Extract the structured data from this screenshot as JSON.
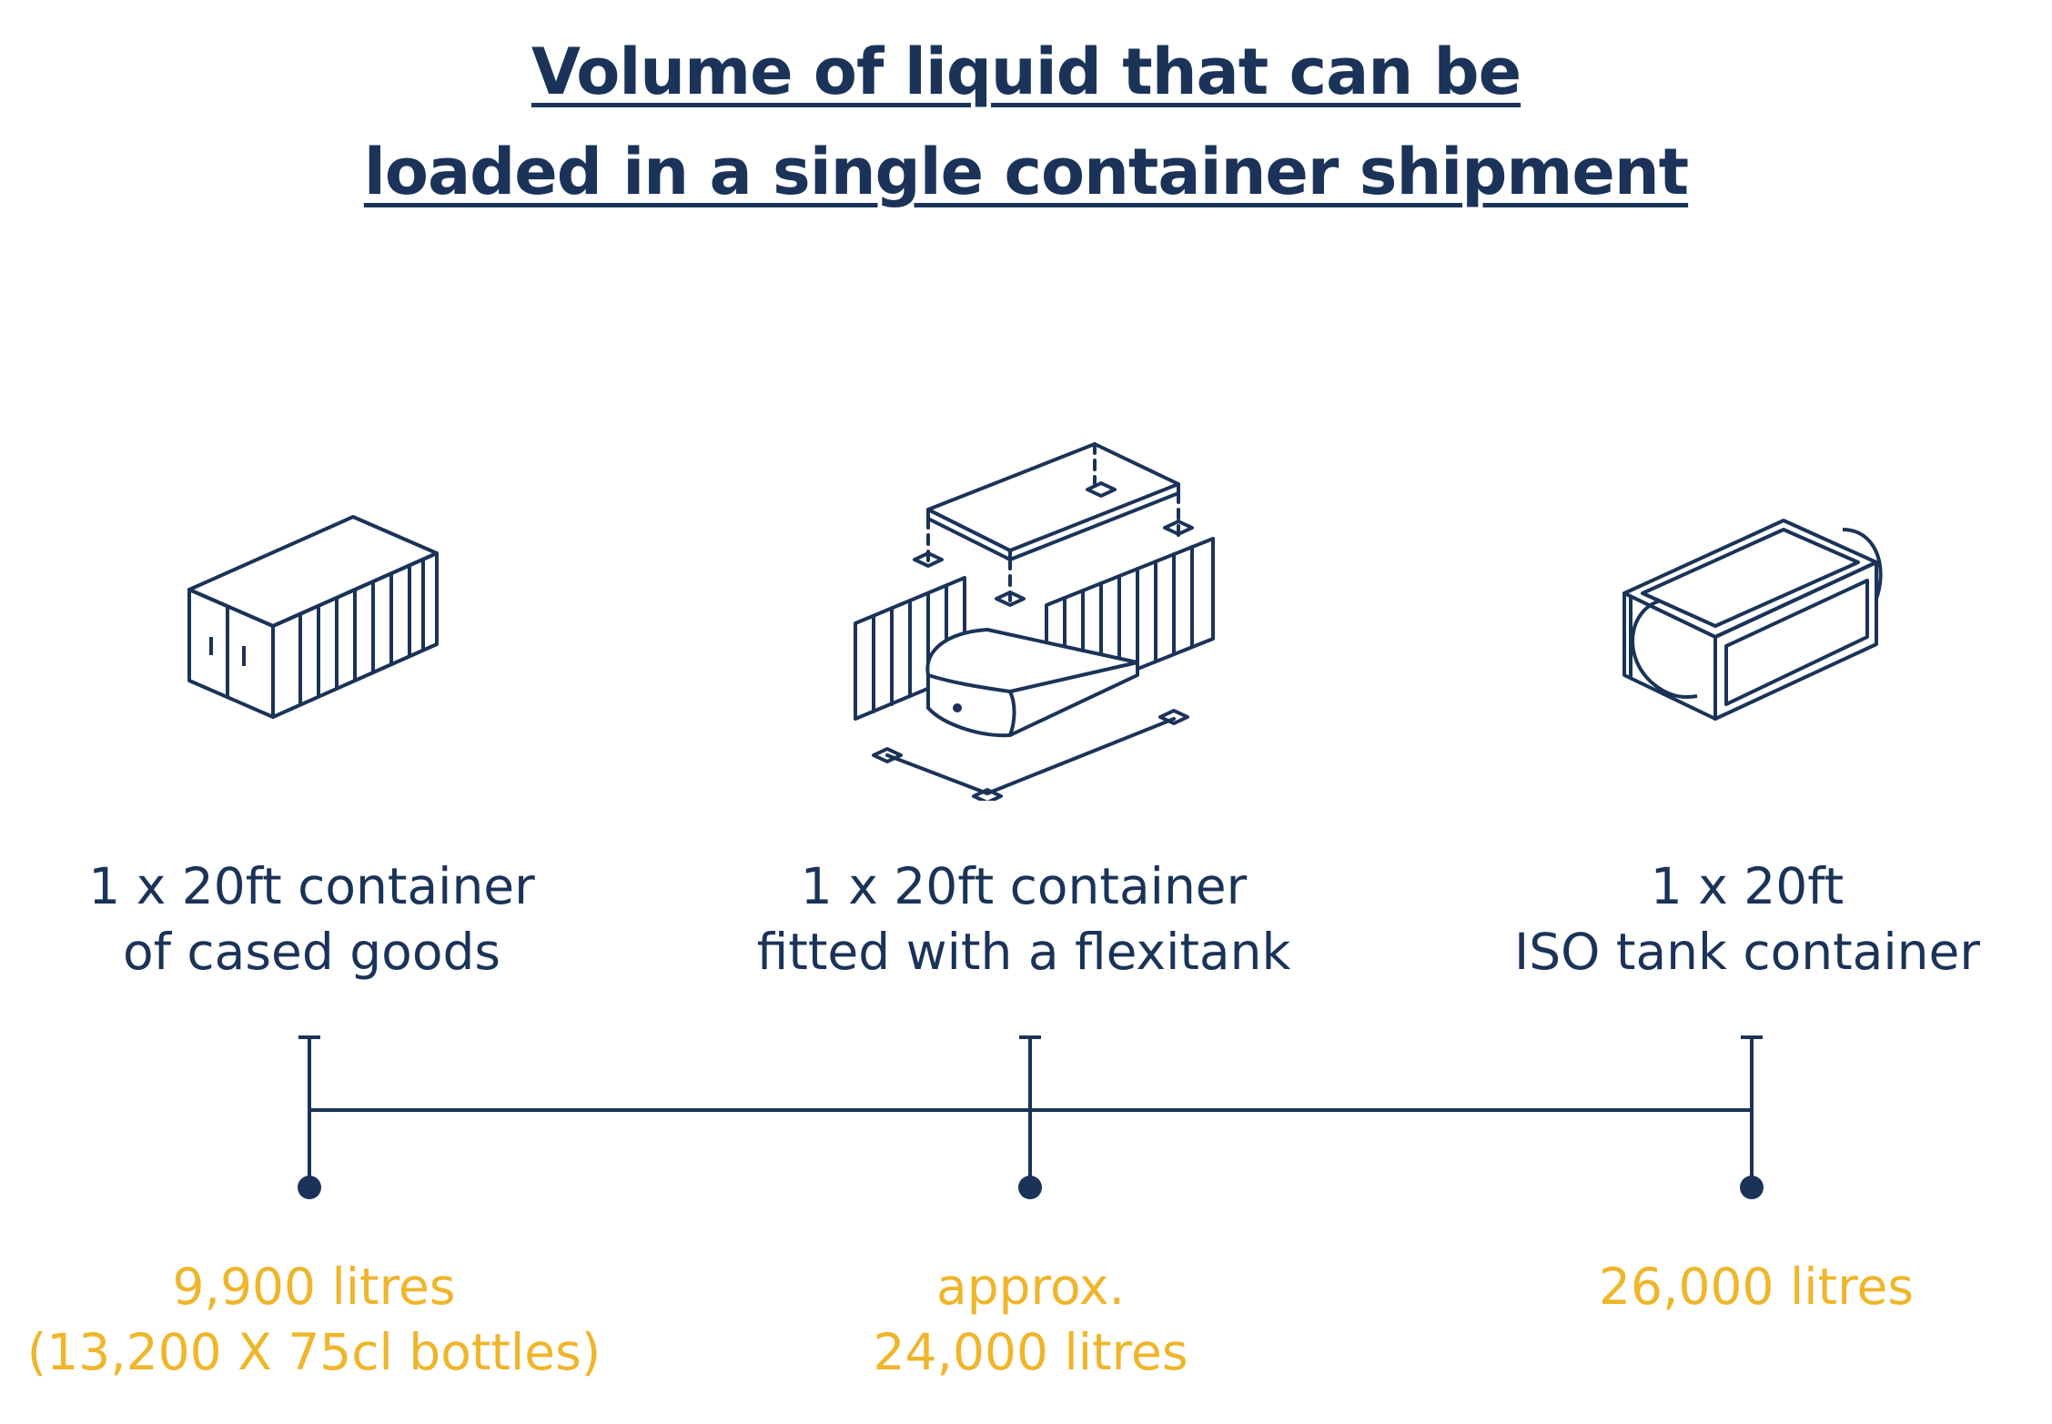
{
  "title": {
    "line1": "Volume of liquid that can be",
    "line2": "loaded in a single container shipment"
  },
  "colors": {
    "navy": "#1b3358",
    "amber": "#efb52b",
    "background": "#ffffff"
  },
  "items": [
    {
      "icon": "shipping-container-icon",
      "caption": [
        "1 x 20ft container",
        "of cased goods"
      ],
      "value": [
        "9,900 litres",
        "(13,200 X 75cl bottles)"
      ]
    },
    {
      "icon": "flexitank-container-icon",
      "caption": [
        "1 x 20ft container",
        "fitted with a flexitank"
      ],
      "value": [
        "approx.",
        "24,000 litres"
      ]
    },
    {
      "icon": "iso-tank-container-icon",
      "caption": [
        "1 x 20ft",
        "ISO tank container"
      ],
      "value": [
        "26,000 litres"
      ]
    }
  ]
}
